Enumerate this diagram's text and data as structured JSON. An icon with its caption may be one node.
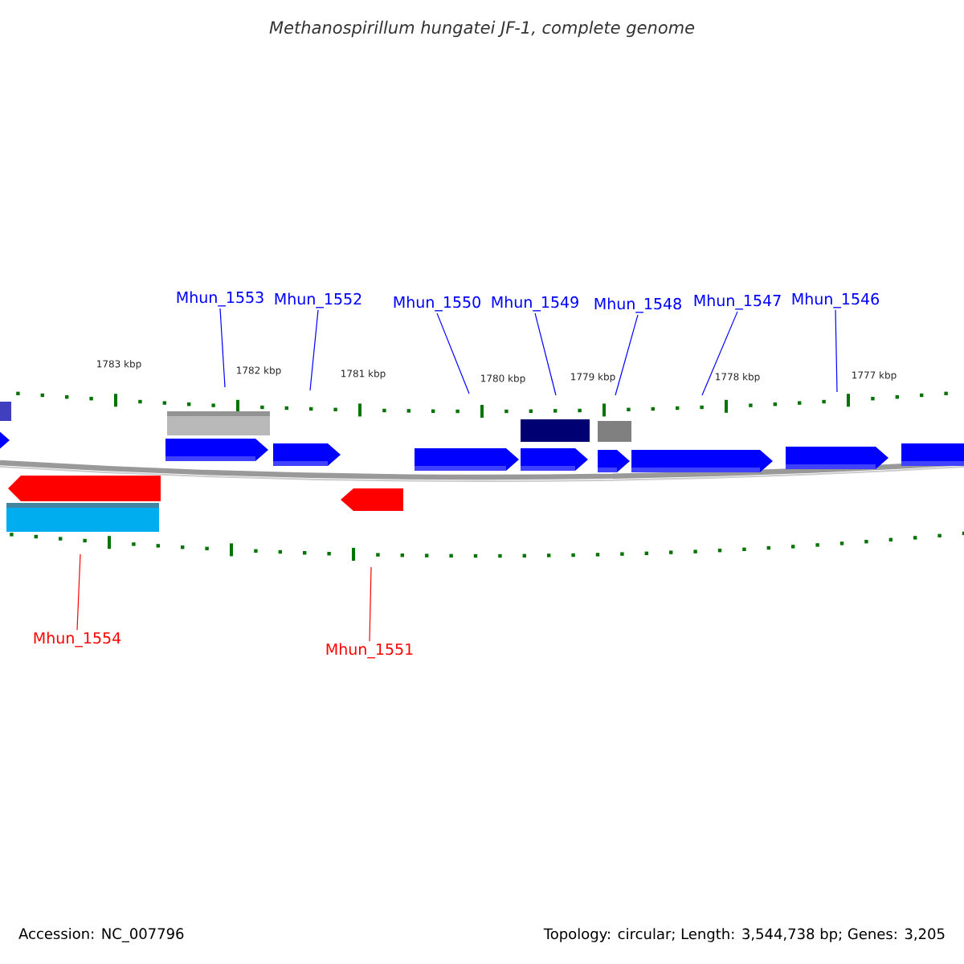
{
  "diagram": {
    "title": "Methanospirillum hungatei JF-1, complete genome",
    "nodes": [
      {
        "text": [
          "Mhun_1553"
        ]
      },
      {
        "text": [
          "Mhun_1552"
        ]
      },
      {
        "text": [
          "Mhun_1550"
        ]
      },
      {
        "text": [
          "Mhun_1549"
        ]
      },
      {
        "text": [
          "Mhun_1548"
        ]
      },
      {
        "text": [
          "Mhun_1547"
        ]
      },
      {
        "text": [
          "Mhun_1546"
        ]
      },
      {
        "text": [
          "Mhun_1554"
        ]
      },
      {
        "text": [
          "Mhun_1551"
        ]
      }
    ],
    "edges": [
      {
        "from": 0,
        "to": null,
        "arrow": "none"
      },
      {
        "from": 1,
        "to": null,
        "arrow": "none"
      },
      {
        "from": 2,
        "to": null,
        "arrow": "none"
      },
      {
        "from": 3,
        "to": null,
        "arrow": "none"
      },
      {
        "from": 4,
        "to": null,
        "arrow": "none"
      },
      {
        "from": 5,
        "to": null,
        "arrow": "none"
      },
      {
        "from": 6,
        "to": null,
        "arrow": "none"
      },
      {
        "from": 7,
        "to": null,
        "arrow": "none",
        "color": "#ff0000"
      },
      {
        "from": 8,
        "to": null,
        "arrow": "none",
        "color": "#ff0000"
      }
    ],
    "labels": [
      "1783 kbp",
      "1782 kbp",
      "1781 kbp",
      "1780 kbp",
      "1779 kbp",
      "1778 kbp",
      "1777 kbp",
      "Accession: NC_007796",
      "Topology: circular; Length: 3,544,738 bp; Genes: 3,205"
    ]
  }
}
